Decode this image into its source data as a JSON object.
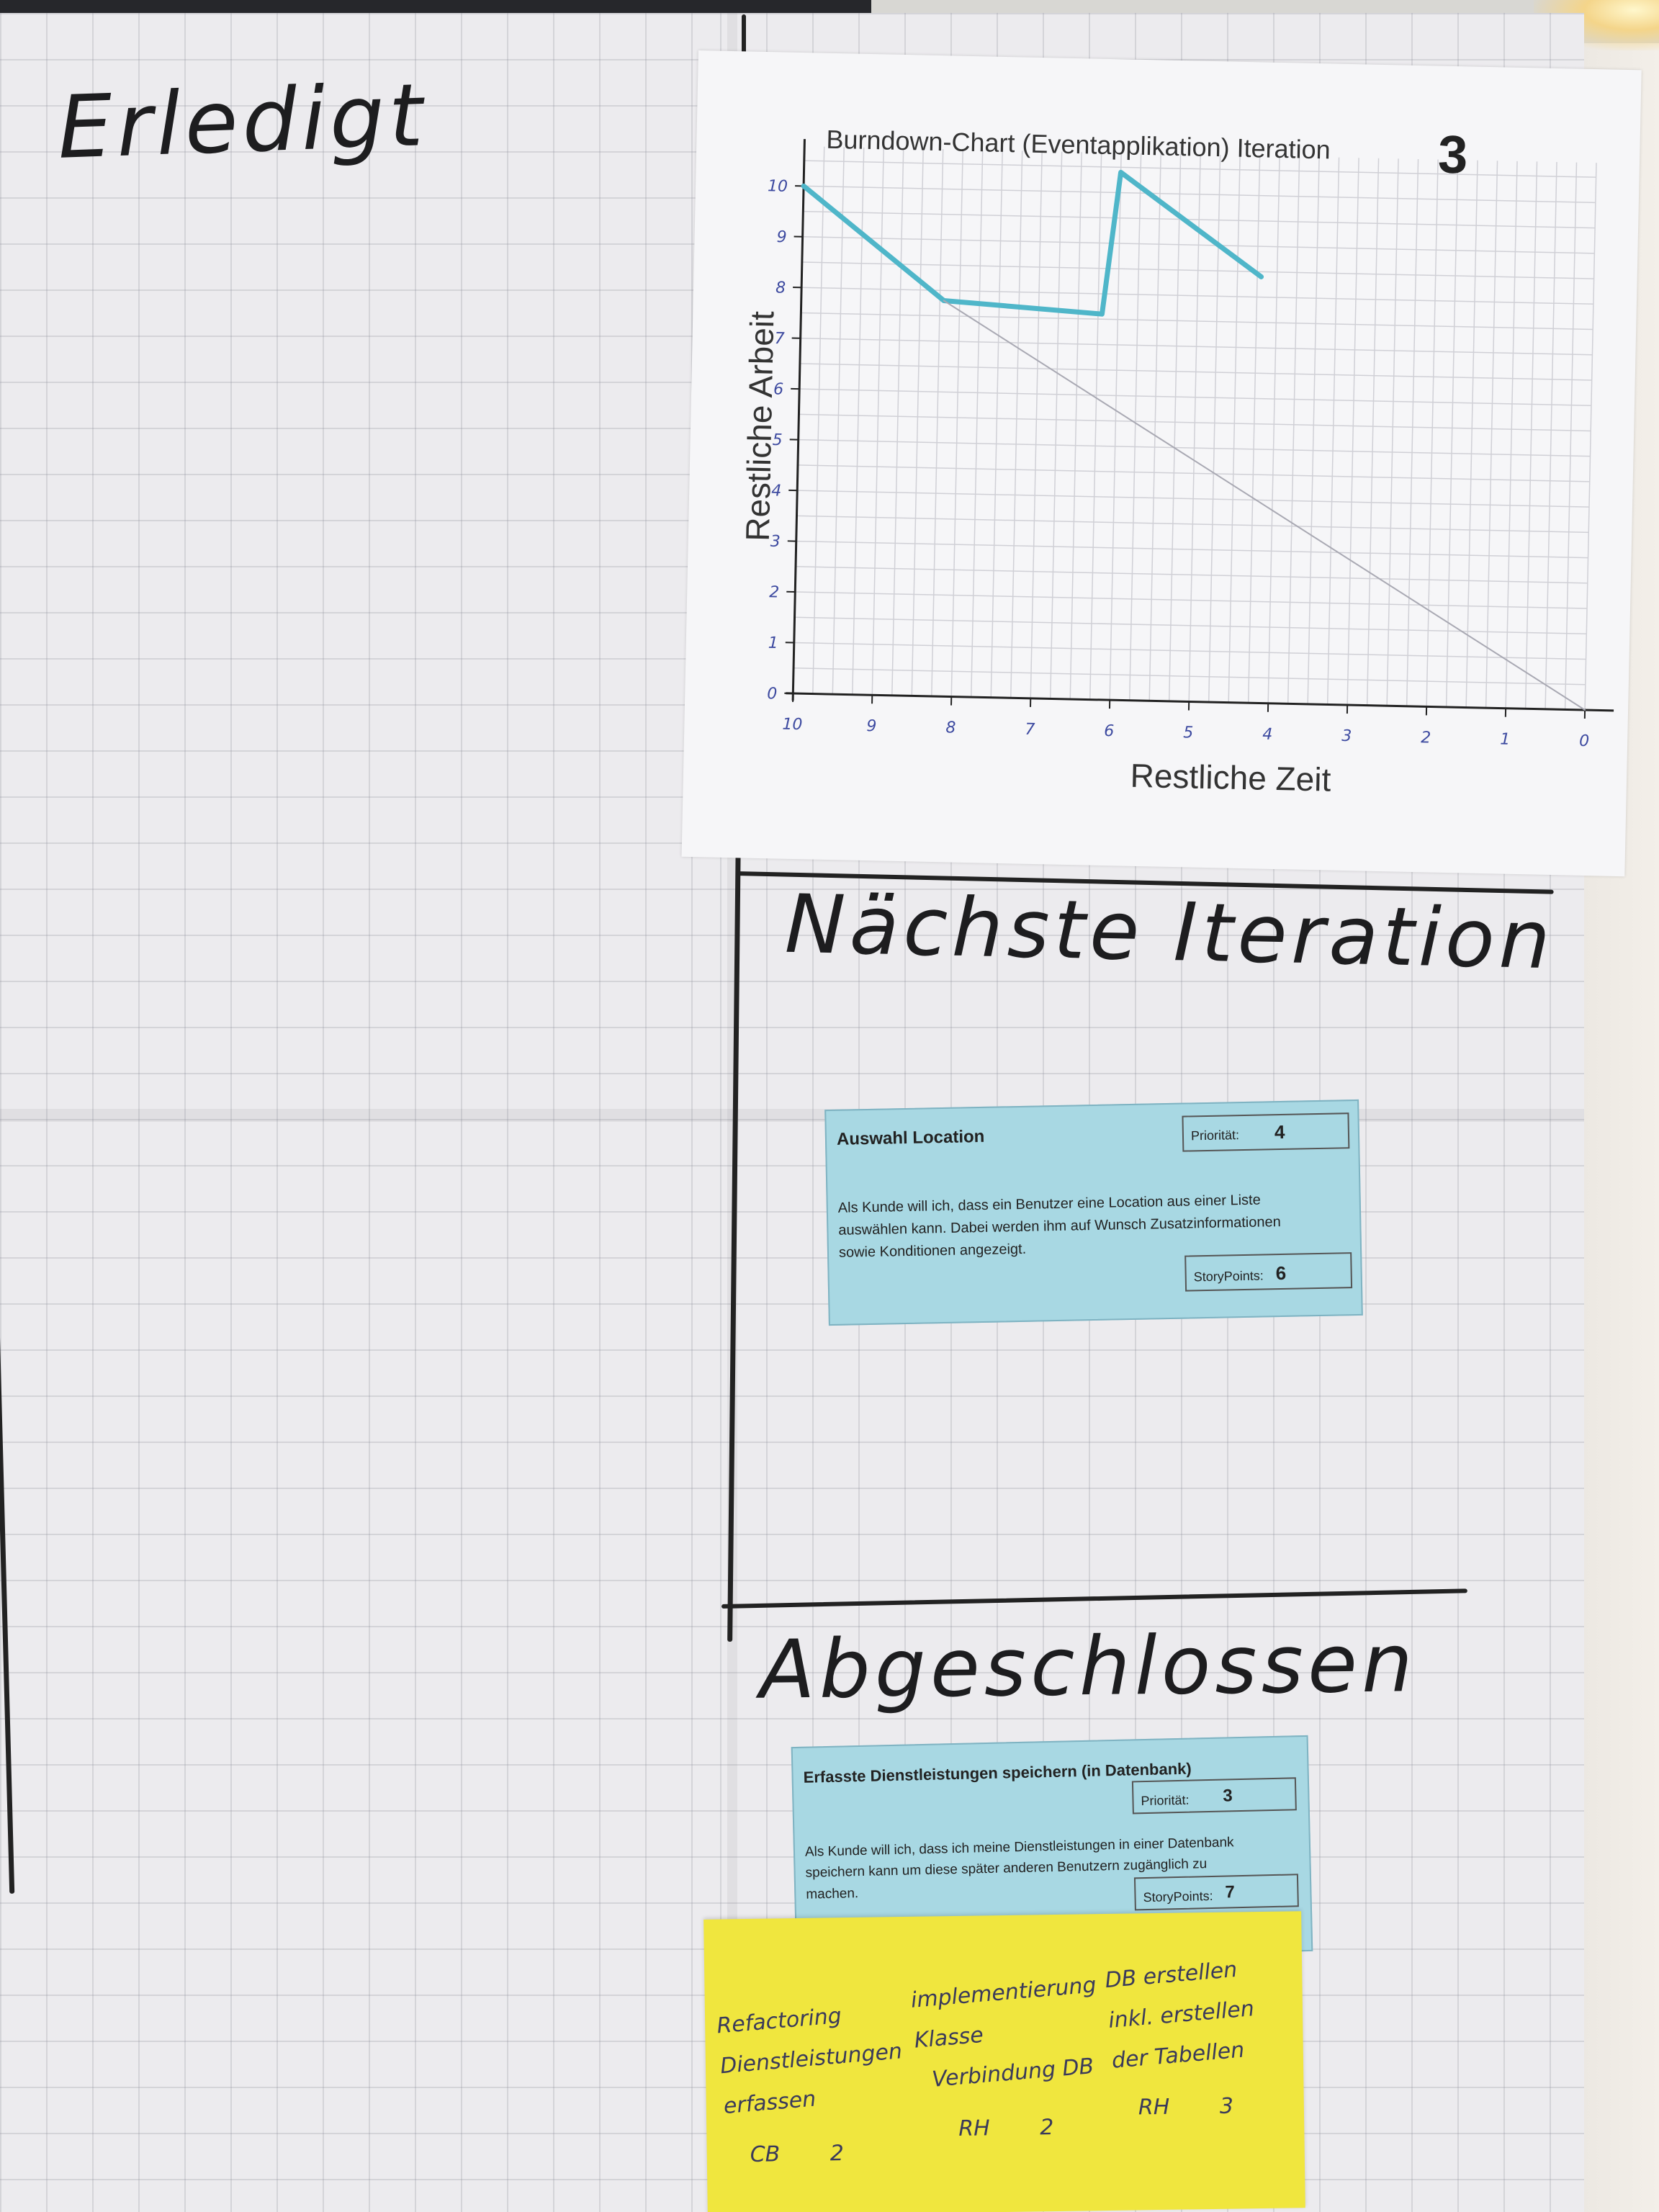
{
  "board": {
    "heading_done": "Erledigt",
    "heading_next": "Nächste Iteration",
    "heading_completed": "Abgeschlossen"
  },
  "chart_data": {
    "type": "line",
    "title": "Burndown-Chart (Eventapplikation) Iteration",
    "iteration_number": "3",
    "xlabel": "Restliche Zeit",
    "ylabel": "Restliche Arbeit",
    "x_ticks": [
      "10",
      "9",
      "8",
      "7",
      "6",
      "5",
      "4",
      "3",
      "2",
      "1",
      "0"
    ],
    "y_ticks": [
      "0",
      "1",
      "2",
      "3",
      "4",
      "5",
      "6",
      "7",
      "8",
      "9",
      "10"
    ],
    "xlim": [
      10,
      0
    ],
    "ylim": [
      0,
      10.5
    ],
    "grid": true,
    "series": [
      {
        "color": "#4fb6c9",
        "x": [
          10,
          8.2,
          6.2,
          6.0,
          4.2
        ],
        "y": [
          10,
          7.8,
          7.6,
          10.4,
          8.4
        ]
      },
      {
        "color": "#a9a9b3",
        "x": [
          8.2,
          0
        ],
        "y": [
          7.8,
          0
        ]
      }
    ]
  },
  "cards": [
    {
      "title": "Auswahl Location",
      "priority_label": "Priorität:",
      "priority_value": "4",
      "text_lines": [
        "Als Kunde will ich, dass ein Benutzer eine Location aus einer Liste",
        "auswählen kann. Dabei werden ihm auf Wunsch Zusatzinformationen",
        "sowie Konditionen angezeigt."
      ],
      "points_label": "StoryPoints:",
      "points_value": "6"
    },
    {
      "title": "Erfasste Dienstleistungen speichern (in Datenbank)",
      "priority_label": "Priorität:",
      "priority_value": "3",
      "text_lines": [
        "Als Kunde will ich, dass ich meine Dienstleistungen in einer Datenbank",
        "speichern kann um diese später anderen Benutzern zugänglich zu",
        "machen."
      ],
      "points_label": "StoryPoints:",
      "points_value": "7"
    }
  ],
  "sticky_note": {
    "columns": [
      {
        "lines": [
          "Refactoring",
          "Dienstleistungen",
          "erfassen"
        ],
        "owner": "CB",
        "points": "2"
      },
      {
        "lines": [
          "implementierung",
          "Klasse",
          "Verbindung DB"
        ],
        "owner": "RH",
        "points": "2"
      },
      {
        "lines": [
          "DB erstellen",
          "inkl. erstellen",
          "der Tabellen"
        ],
        "owner": "RH",
        "points": "3"
      }
    ]
  }
}
